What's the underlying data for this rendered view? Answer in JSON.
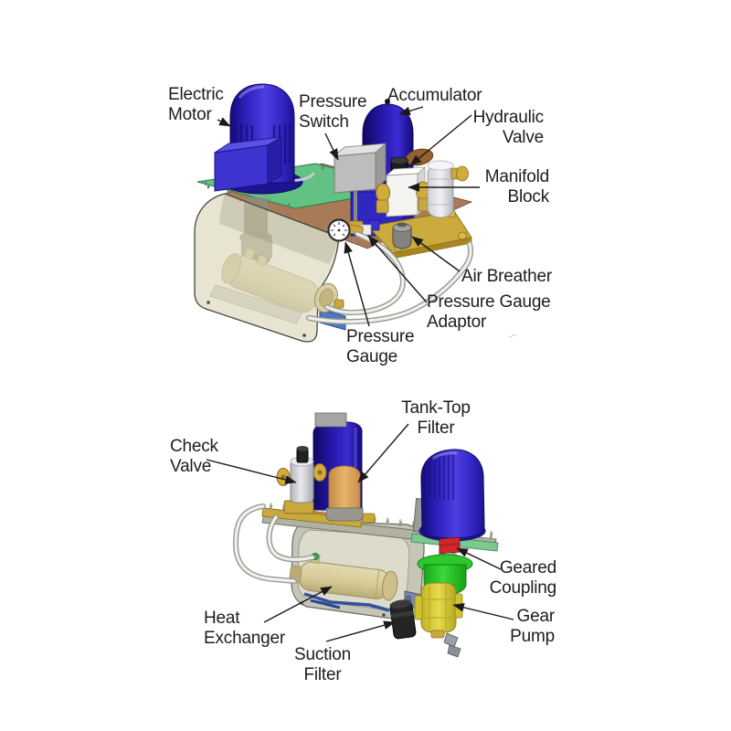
{
  "figure_top": {
    "labels": {
      "electric_motor": {
        "lines": [
          "Electric",
          "Motor"
        ]
      },
      "pressure_switch": {
        "lines": [
          "Pressure",
          "Switch"
        ]
      },
      "accumulator": {
        "lines": [
          "Accumulator"
        ]
      },
      "hydraulic_valve": {
        "lines": [
          "Hydraulic",
          "Valve"
        ]
      },
      "manifold_block": {
        "lines": [
          "Manifold",
          "Block"
        ]
      },
      "air_breather": {
        "lines": [
          "Air Breather"
        ]
      },
      "pressure_gauge_adaptor": {
        "lines": [
          "Pressure Gauge",
          "Adaptor"
        ]
      },
      "pressure_gauge": {
        "lines": [
          "Pressure",
          "Gauge"
        ]
      }
    }
  },
  "figure_bottom": {
    "labels": {
      "check_valve": {
        "lines": [
          "Check",
          "Valve"
        ]
      },
      "tank_top_filter": {
        "lines": [
          "Tank-Top",
          "Filter"
        ]
      },
      "geared_coupling": {
        "lines": [
          "Geared",
          "Coupling"
        ]
      },
      "gear_pump": {
        "lines": [
          "Gear",
          "Pump"
        ]
      },
      "heat_exchanger": {
        "lines": [
          "Heat",
          "Exchanger"
        ]
      },
      "suction_filter": {
        "lines": [
          "Suction",
          "Filter"
        ]
      }
    }
  },
  "palette": {
    "label_text": "#1d1d1d",
    "motor_blue": "#2f23c4",
    "accumulator_blue": "#2418a8",
    "plate_green": "#63c183",
    "tank_khaki": "#d8d2b0",
    "tank_gray": "#c6c6b8",
    "gold": "#c9a93c",
    "heat_exchanger_beige": "#d9cfa2",
    "gear_pump_yellow": "#d9cb35",
    "bell_housing_green": "#22bf22",
    "coupling_red": "#cf2828",
    "filter_tan": "#e0a75c",
    "suction_filter_black": "#242424",
    "leader_line": "#1a1a1a"
  }
}
